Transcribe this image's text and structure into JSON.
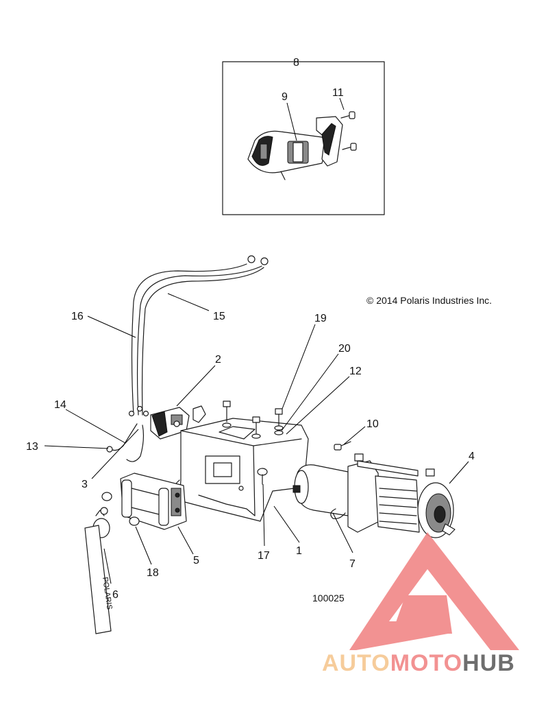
{
  "copyright": "© 2014 Polaris Industries Inc.",
  "figure_number": "100025",
  "strap_text": "POLARIS",
  "watermark": {
    "part1": "AUTO",
    "part2": "MOTO",
    "part3": "HUB",
    "color_red": "#f08080",
    "color_orange": "#f5c48a",
    "color_grey": "#555555"
  },
  "callouts": [
    {
      "id": "c8",
      "label": "8"
    },
    {
      "id": "c9",
      "label": "9"
    },
    {
      "id": "c11",
      "label": "11"
    },
    {
      "id": "c15",
      "label": "15"
    },
    {
      "id": "c16",
      "label": "16"
    },
    {
      "id": "c19",
      "label": "19"
    },
    {
      "id": "c20",
      "label": "20"
    },
    {
      "id": "c12",
      "label": "12"
    },
    {
      "id": "c2",
      "label": "2"
    },
    {
      "id": "c14",
      "label": "14"
    },
    {
      "id": "c10",
      "label": "10"
    },
    {
      "id": "c4",
      "label": "4"
    },
    {
      "id": "c13",
      "label": "13"
    },
    {
      "id": "c3",
      "label": "3"
    },
    {
      "id": "c17",
      "label": "17"
    },
    {
      "id": "c1",
      "label": "1"
    },
    {
      "id": "c7",
      "label": "7"
    },
    {
      "id": "c5",
      "label": "5"
    },
    {
      "id": "c18",
      "label": "18"
    },
    {
      "id": "c6",
      "label": "6"
    }
  ]
}
